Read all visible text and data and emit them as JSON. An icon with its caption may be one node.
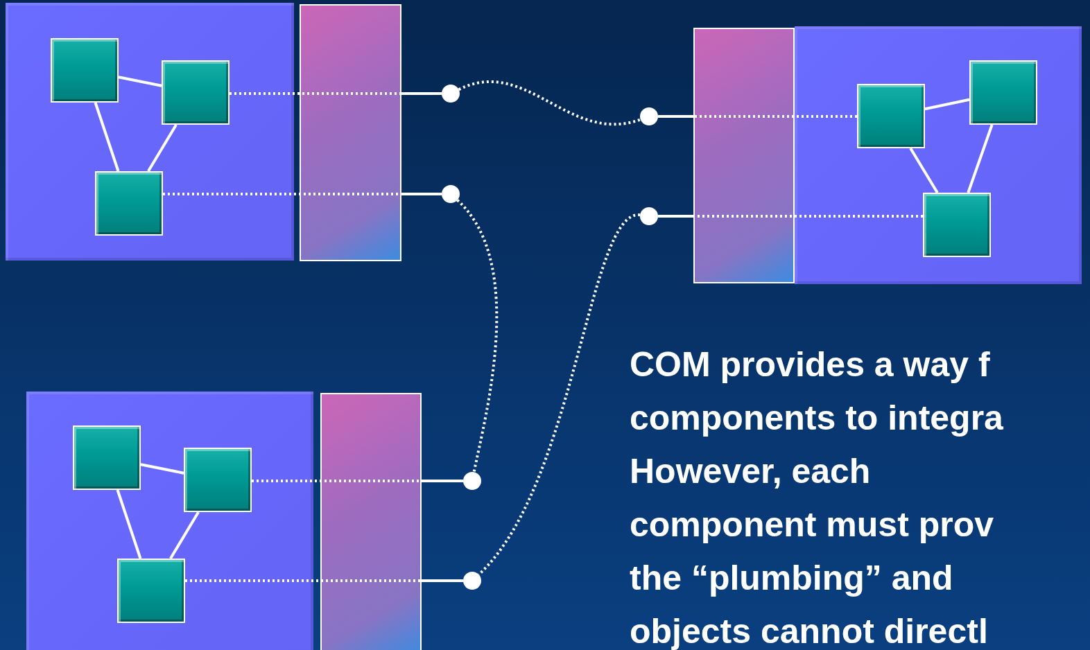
{
  "diagram": {
    "nodes": [
      {
        "text": [],
        "shape": "box"
      },
      {
        "text": [],
        "shape": "box",
        "in": 0
      },
      {
        "text": [],
        "shape": "box",
        "in": 0
      },
      {
        "text": [],
        "shape": "box",
        "in": 0
      },
      {
        "text": [],
        "shape": "bar"
      },
      {
        "text": [],
        "shape": "bar"
      },
      {
        "text": [],
        "shape": "box"
      },
      {
        "text": [],
        "shape": "box",
        "in": 6
      },
      {
        "text": [],
        "shape": "box",
        "in": 6
      },
      {
        "text": [],
        "shape": "box",
        "in": 6
      },
      {
        "text": [],
        "shape": "box"
      },
      {
        "text": [],
        "shape": "box",
        "in": 10
      },
      {
        "text": [],
        "shape": "box",
        "in": 10
      },
      {
        "text": [],
        "shape": "box",
        "in": 10
      },
      {
        "text": [],
        "shape": "bar"
      },
      {
        "text": [],
        "shape": "circle"
      },
      {
        "text": [],
        "shape": "circle"
      },
      {
        "text": [],
        "shape": "circle"
      },
      {
        "text": [],
        "shape": "circle"
      },
      {
        "text": [],
        "shape": "circle"
      },
      {
        "text": [],
        "shape": "circle"
      }
    ],
    "edges": [
      {
        "from": 1,
        "to": 2,
        "arrow": "none"
      },
      {
        "from": 1,
        "to": 3,
        "arrow": "none"
      },
      {
        "from": 2,
        "to": 3,
        "arrow": "none"
      },
      {
        "from": 7,
        "to": 8,
        "arrow": "none"
      },
      {
        "from": 7,
        "to": 9,
        "arrow": "none"
      },
      {
        "from": 8,
        "to": 9,
        "arrow": "none"
      },
      {
        "from": 11,
        "to": 12,
        "arrow": "none"
      },
      {
        "from": 11,
        "to": 13,
        "arrow": "none"
      },
      {
        "from": 12,
        "to": 13,
        "arrow": "none"
      },
      {
        "from": 2,
        "to": 4,
        "arrow": "none",
        "style": "dashed"
      },
      {
        "from": 4,
        "to": 15,
        "arrow": "none"
      },
      {
        "from": 3,
        "to": 4,
        "arrow": "none",
        "style": "dashed"
      },
      {
        "from": 4,
        "to": 16,
        "arrow": "none"
      },
      {
        "from": 5,
        "to": 17,
        "arrow": "none"
      },
      {
        "from": 7,
        "to": 5,
        "arrow": "none",
        "style": "dashed"
      },
      {
        "from": 5,
        "to": 18,
        "arrow": "none"
      },
      {
        "from": 9,
        "to": 5,
        "arrow": "none",
        "style": "dashed"
      },
      {
        "from": 12,
        "to": 14,
        "arrow": "none",
        "style": "dashed"
      },
      {
        "from": 14,
        "to": 19,
        "arrow": "none"
      },
      {
        "from": 13,
        "to": 14,
        "arrow": "none",
        "style": "dashed"
      },
      {
        "from": 14,
        "to": 20,
        "arrow": "none"
      },
      {
        "from": 15,
        "to": 17,
        "arrow": "none",
        "style": "dashed"
      },
      {
        "from": 16,
        "to": 19,
        "arrow": "none",
        "style": "dashed"
      },
      {
        "from": 18,
        "to": 20,
        "arrow": "none",
        "style": "dashed"
      }
    ],
    "labels": [
      "COM provides a way f components to integra However, each component must prov the “plumbing” and objects cannot directl"
    ]
  }
}
